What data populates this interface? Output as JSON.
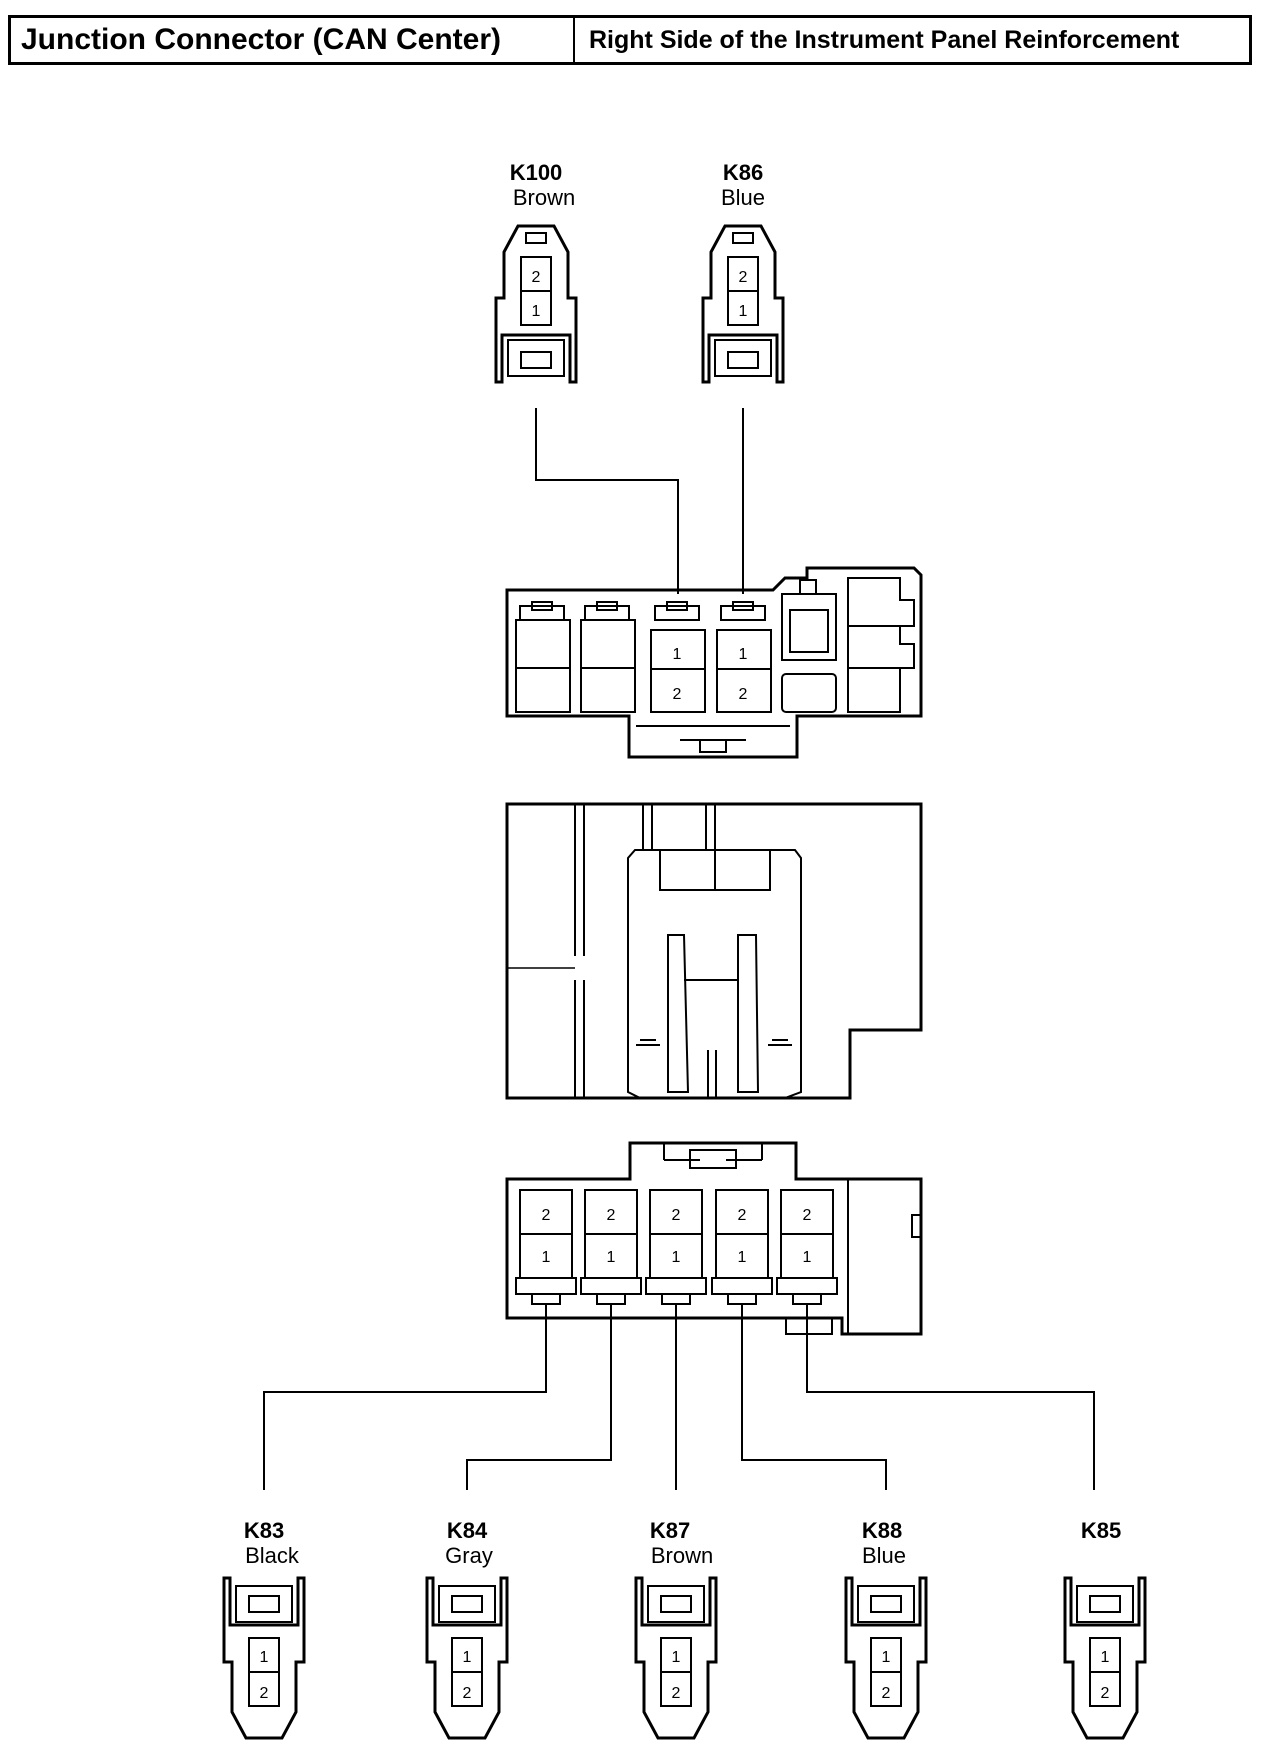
{
  "header": {
    "title_left": "Junction Connector (CAN Center)",
    "title_right": "Right Side of the Instrument Panel Reinforcement"
  },
  "top_connectors": [
    {
      "id": "K100",
      "color": "Brown",
      "pins": [
        "2",
        "1"
      ]
    },
    {
      "id": "K86",
      "color": "Blue",
      "pins": [
        "2",
        "1"
      ]
    }
  ],
  "bottom_connectors": [
    {
      "id": "K83",
      "color": "Black",
      "pins": [
        "1",
        "2"
      ]
    },
    {
      "id": "K84",
      "color": "Gray",
      "pins": [
        "1",
        "2"
      ]
    },
    {
      "id": "K87",
      "color": "Brown",
      "pins": [
        "1",
        "2"
      ]
    },
    {
      "id": "K88",
      "color": "Blue",
      "pins": [
        "1",
        "2"
      ]
    },
    {
      "id": "K85",
      "color": "",
      "pins": [
        "1",
        "2"
      ]
    }
  ],
  "upper_block": {
    "cavities": [
      {
        "pins": [
          "",
          ""
        ]
      },
      {
        "pins": [
          "",
          ""
        ]
      },
      {
        "pins": [
          "1",
          "2"
        ]
      },
      {
        "pins": [
          "1",
          "2"
        ]
      }
    ]
  },
  "lower_block": {
    "cavities": [
      {
        "pins": [
          "2",
          "1"
        ]
      },
      {
        "pins": [
          "2",
          "1"
        ]
      },
      {
        "pins": [
          "2",
          "1"
        ]
      },
      {
        "pins": [
          "2",
          "1"
        ]
      },
      {
        "pins": [
          "2",
          "1"
        ]
      }
    ]
  }
}
